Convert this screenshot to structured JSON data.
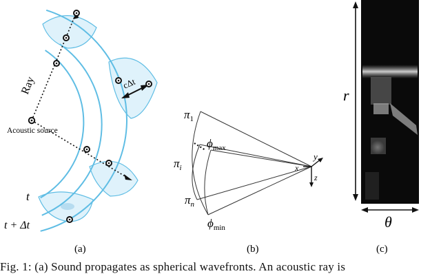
{
  "panel_a": {
    "ray_label": "Ray",
    "source_label": "Acoustic source",
    "step_label": "cΔt",
    "t_label": "t",
    "t_dt_label": "t + Δt",
    "sublabel": "(a)"
  },
  "panel_b": {
    "pi_1": "π",
    "pi_1_sub": "1",
    "pi_i": "π",
    "pi_i_sub": "i",
    "pi_n": "π",
    "pi_n_sub": "n",
    "phi_max": "ϕ",
    "phi_max_sub": "max",
    "phi_min": "ϕ",
    "phi_min_sub": "min",
    "axis_x": "x",
    "axis_y": "y",
    "axis_z": "z",
    "sublabel": "(b)"
  },
  "panel_c": {
    "r_label": "r",
    "theta_label": "θ",
    "sublabel": "(c)"
  },
  "caption": {
    "text": "Fig. 1: (a) Sound propagates as spherical wavefronts. An acoustic ray is"
  },
  "colors": {
    "wavefront": "#5fbde4",
    "wavelet_fill": "#dff2fb",
    "sonar_bg": "#0a0a0a"
  }
}
